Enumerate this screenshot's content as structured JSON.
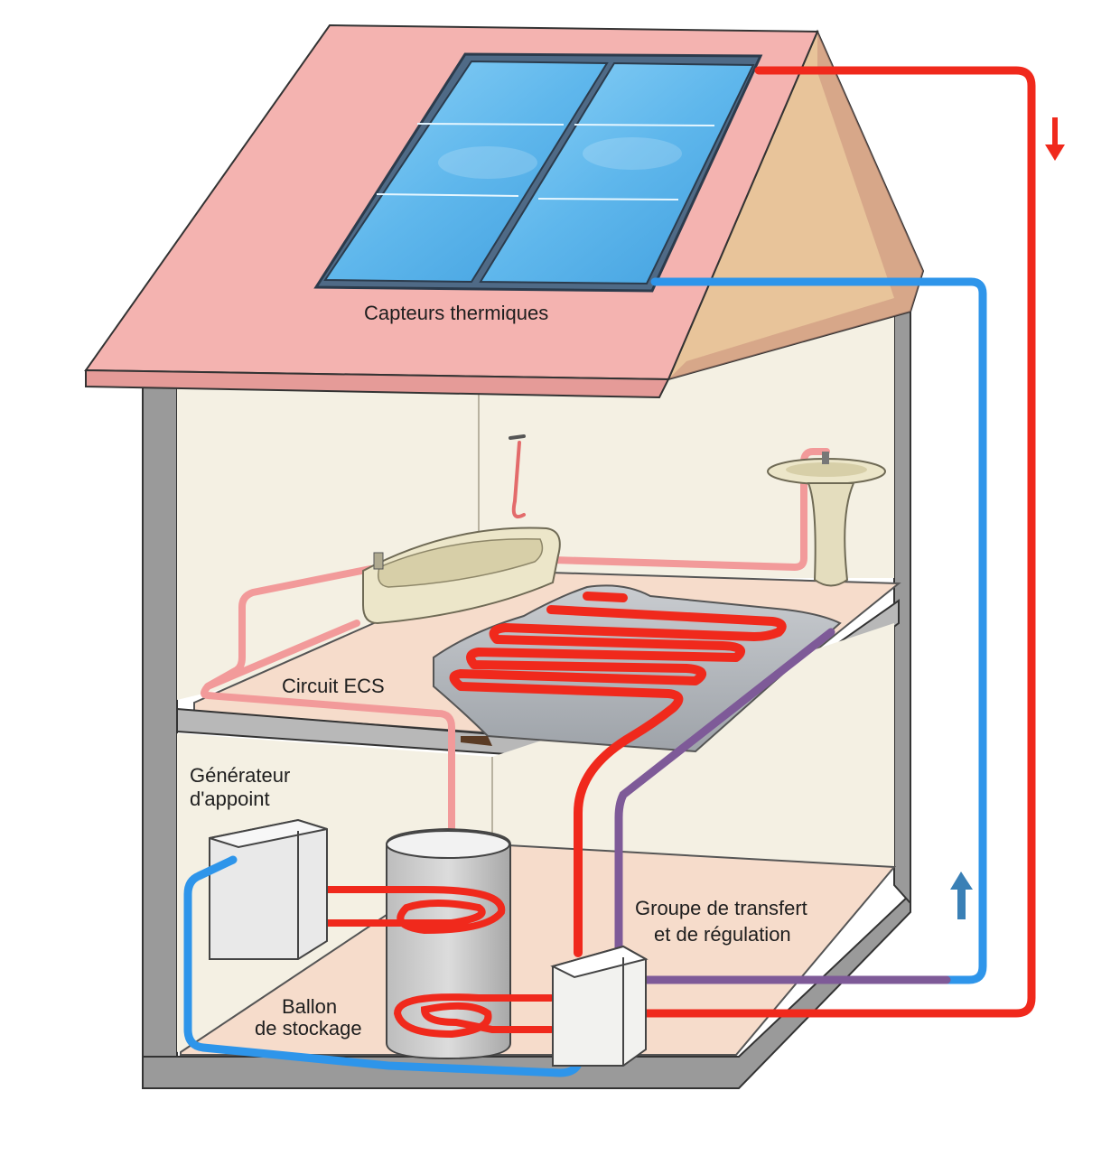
{
  "labels": {
    "collectors": "Capteurs thermiques",
    "dhw_circuit": "Circuit ECS",
    "backup_line1": "Générateur",
    "backup_line2": "d'appoint",
    "transfer_line1": "Groupe de transfert",
    "transfer_line2": "et de régulation",
    "tank_line1": "Ballon",
    "tank_line2": "de stockage"
  },
  "icons": {
    "flow_down": "arrow-down-icon",
    "flow_up": "arrow-up-icon"
  },
  "colors": {
    "hot_pipe": "#f0291c",
    "cold_pipe": "#2e95ea",
    "return_pipe": "#7e5a98",
    "dhw_pipe": "#f29a9a",
    "roof": "#f4b3b0",
    "gable": "#e8c49a",
    "panel": "#6ec3f0"
  }
}
